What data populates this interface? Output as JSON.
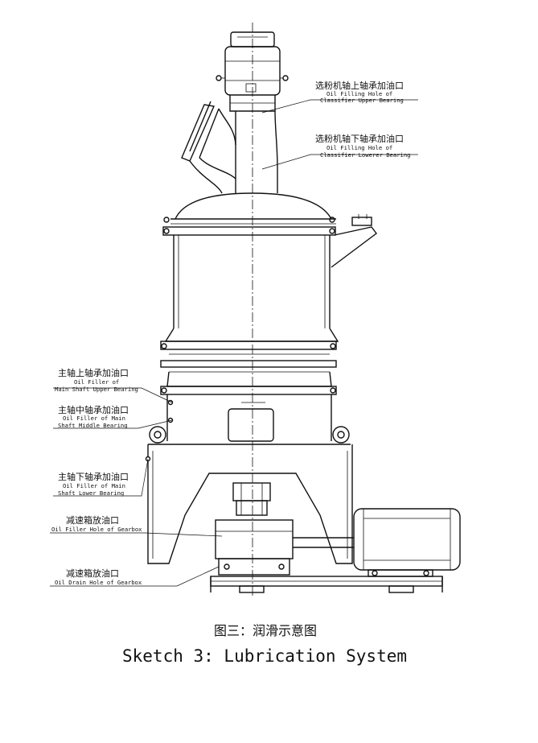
{
  "labels": {
    "classifier_upper": {
      "cn": "选粉机轴上轴承加油口",
      "en1": "Oil Filling Hole of",
      "en2": "Classifier Upper Bearing"
    },
    "classifier_lower": {
      "cn": "选粉机轴下轴承加油口",
      "en1": "Oil Filling Hole of",
      "en2": "Classifier Lowerer Bearing"
    },
    "main_upper": {
      "cn": "主轴上轴承加油口",
      "en1": "Oil Filler of",
      "en2": "Main Shaft Upper Bearing"
    },
    "main_middle": {
      "cn": "主轴中轴承加油口",
      "en1": "Oil Filler of Main",
      "en2": "Shaft Middle Bearing"
    },
    "main_lower": {
      "cn": "主轴下轴承加油口",
      "en1": "Oil Filler of Main",
      "en2": "Shaft Lower Bearing"
    },
    "gearbox_filler": {
      "cn": "减速箱放油口",
      "en1": "Oil Filler Hole of Gearbox"
    },
    "gearbox_drain": {
      "cn": "减速箱放油口",
      "en1": "Oil Drain Hole of Gearbox"
    }
  },
  "caption": {
    "cn": "图三：润滑示意图",
    "en": "Sketch 3: Lubrication System"
  }
}
